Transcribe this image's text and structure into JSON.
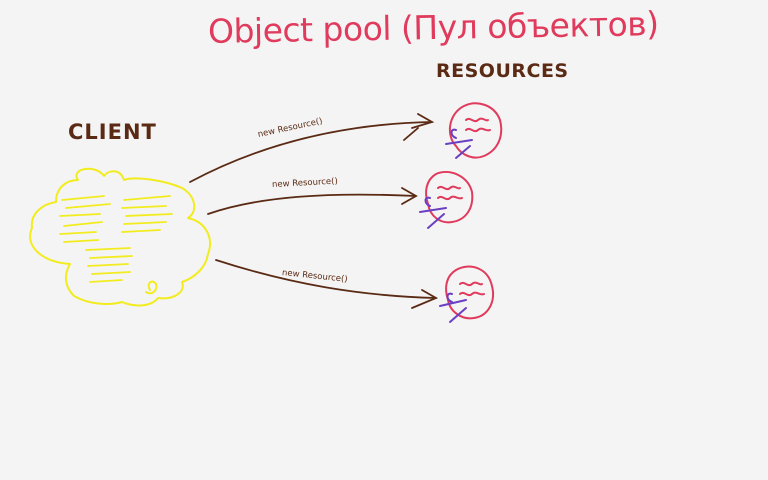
{
  "diagram": {
    "title": "Object pool (Пул объектов)",
    "client_label": "CLIENT",
    "resources_label": "RESOURCES",
    "arrow_labels": [
      "new Resource()",
      "new Resource()",
      "new Resource()"
    ]
  },
  "colors": {
    "background": "#f4f4f4",
    "title": "#e03a5c",
    "label": "#5a2a14",
    "client_cloud": "#f2ec1f",
    "resource_body": "#e03a5c",
    "resource_handle": "#6a3fc4",
    "arrow": "#5a2a14"
  },
  "icons": {
    "client": "client-cloud-icon",
    "resource": "resource-blob-icon"
  }
}
